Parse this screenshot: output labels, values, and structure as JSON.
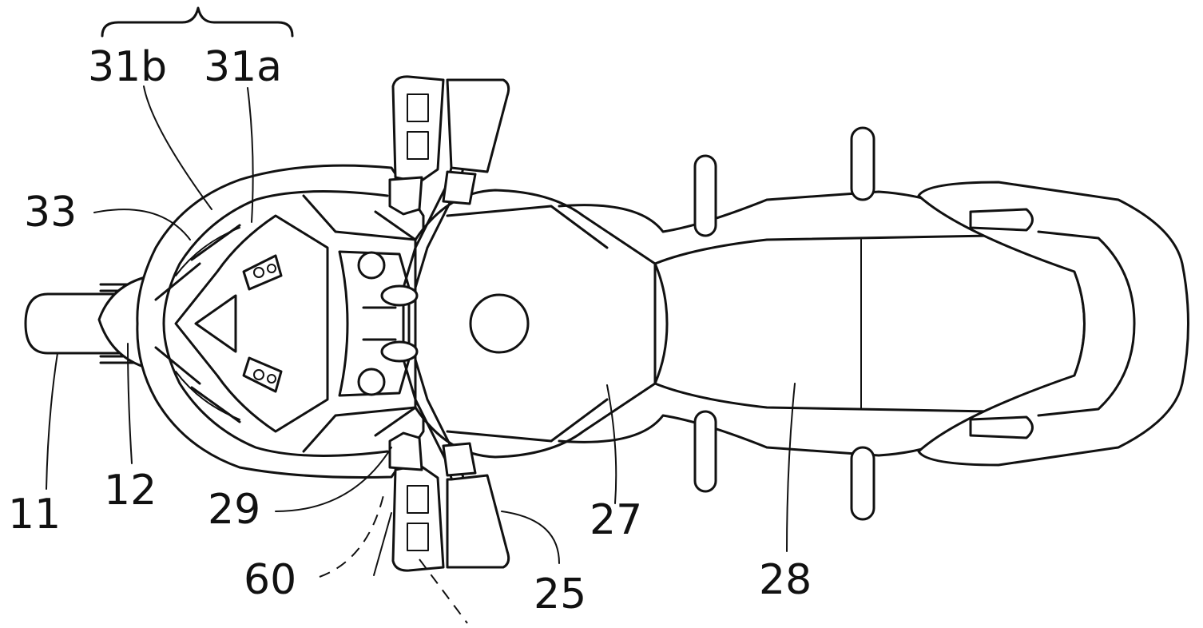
{
  "figure": {
    "labels": {
      "l11": "11",
      "l12": "12",
      "l25": "25",
      "l27": "27",
      "l28": "28",
      "l29": "29",
      "l33": "33",
      "l60": "60",
      "l31a": "31a",
      "l31b": "31b"
    }
  }
}
